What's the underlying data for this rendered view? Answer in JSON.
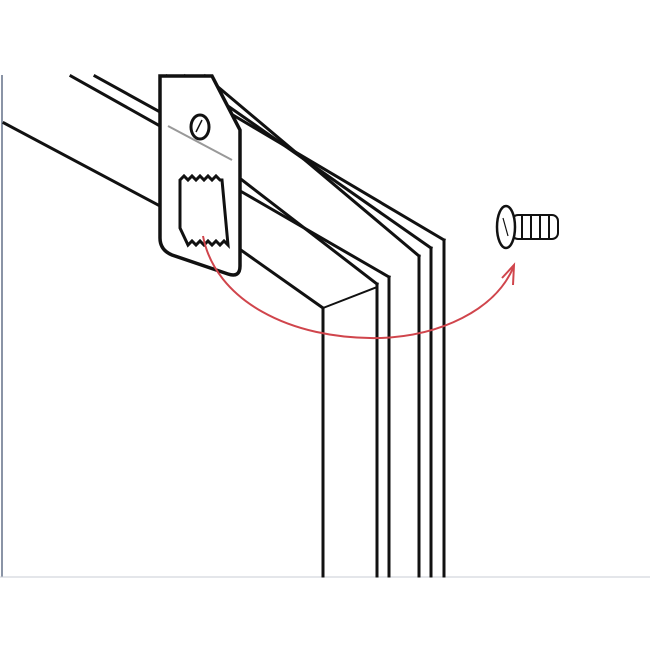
{
  "diagram": {
    "line_color": "#111111",
    "arrow_color": "#d0454c",
    "border_color": "#8a94a6",
    "icons": [
      "door-frame",
      "sawtooth-hanger-bracket",
      "screw",
      "curved-arrow"
    ]
  }
}
